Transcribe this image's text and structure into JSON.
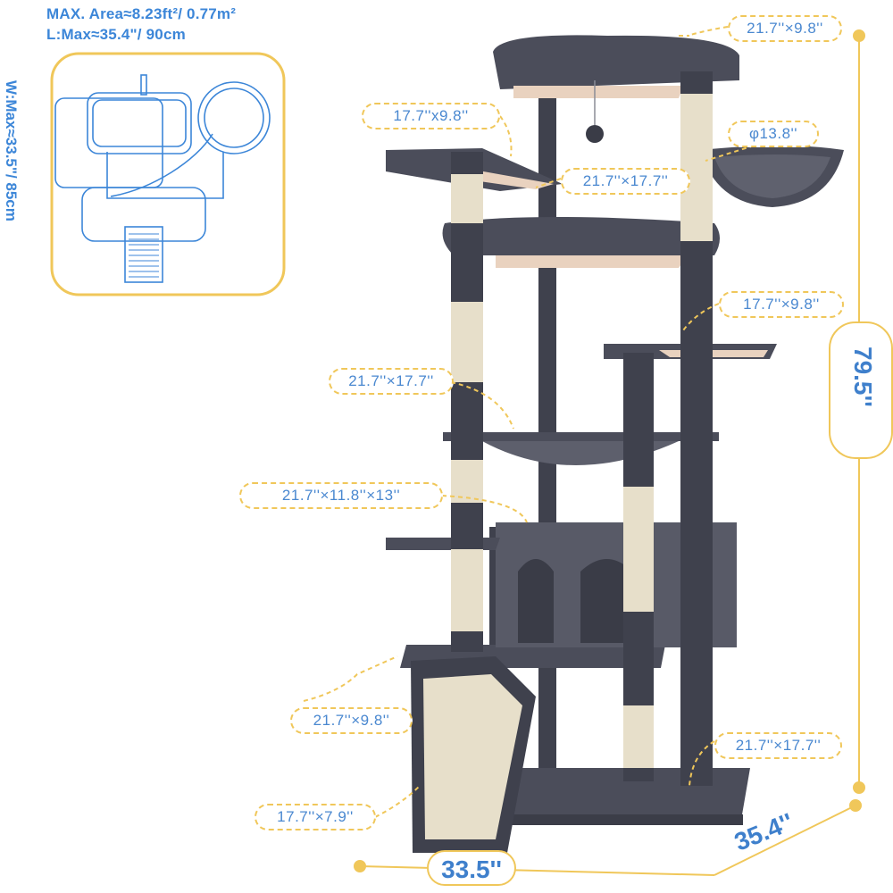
{
  "header": {
    "area": "MAX. Area≈8.23ft²/ 0.77m²",
    "length": "L:Max≈35.4\"/ 90cm",
    "width": "W:Max≈33.5\"/ 85cm"
  },
  "labels": {
    "top_perch": "21.7''×9.8''",
    "upper_left_perch": "17.7''x9.8''",
    "basket": "φ13.8''",
    "upper_platform": "21.7''×17.7''",
    "right_perch": "17.7''×9.8''",
    "hammock": "21.7''×17.7''",
    "condo": "21.7''×11.8''×13''",
    "lower_platform": "21.7''×9.8''",
    "base": "21.7''×17.7''",
    "ramp": "17.7''×7.9''"
  },
  "dimensions": {
    "height": "79.5''",
    "depth": "35.4''",
    "width": "33.5''"
  },
  "colors": {
    "accent_yellow": "#f0c75a",
    "label_blue": "#4a88d0",
    "plush_gray": "#4b4d5a",
    "sisal": "#e7dfca",
    "board": "#e9d2bf"
  }
}
